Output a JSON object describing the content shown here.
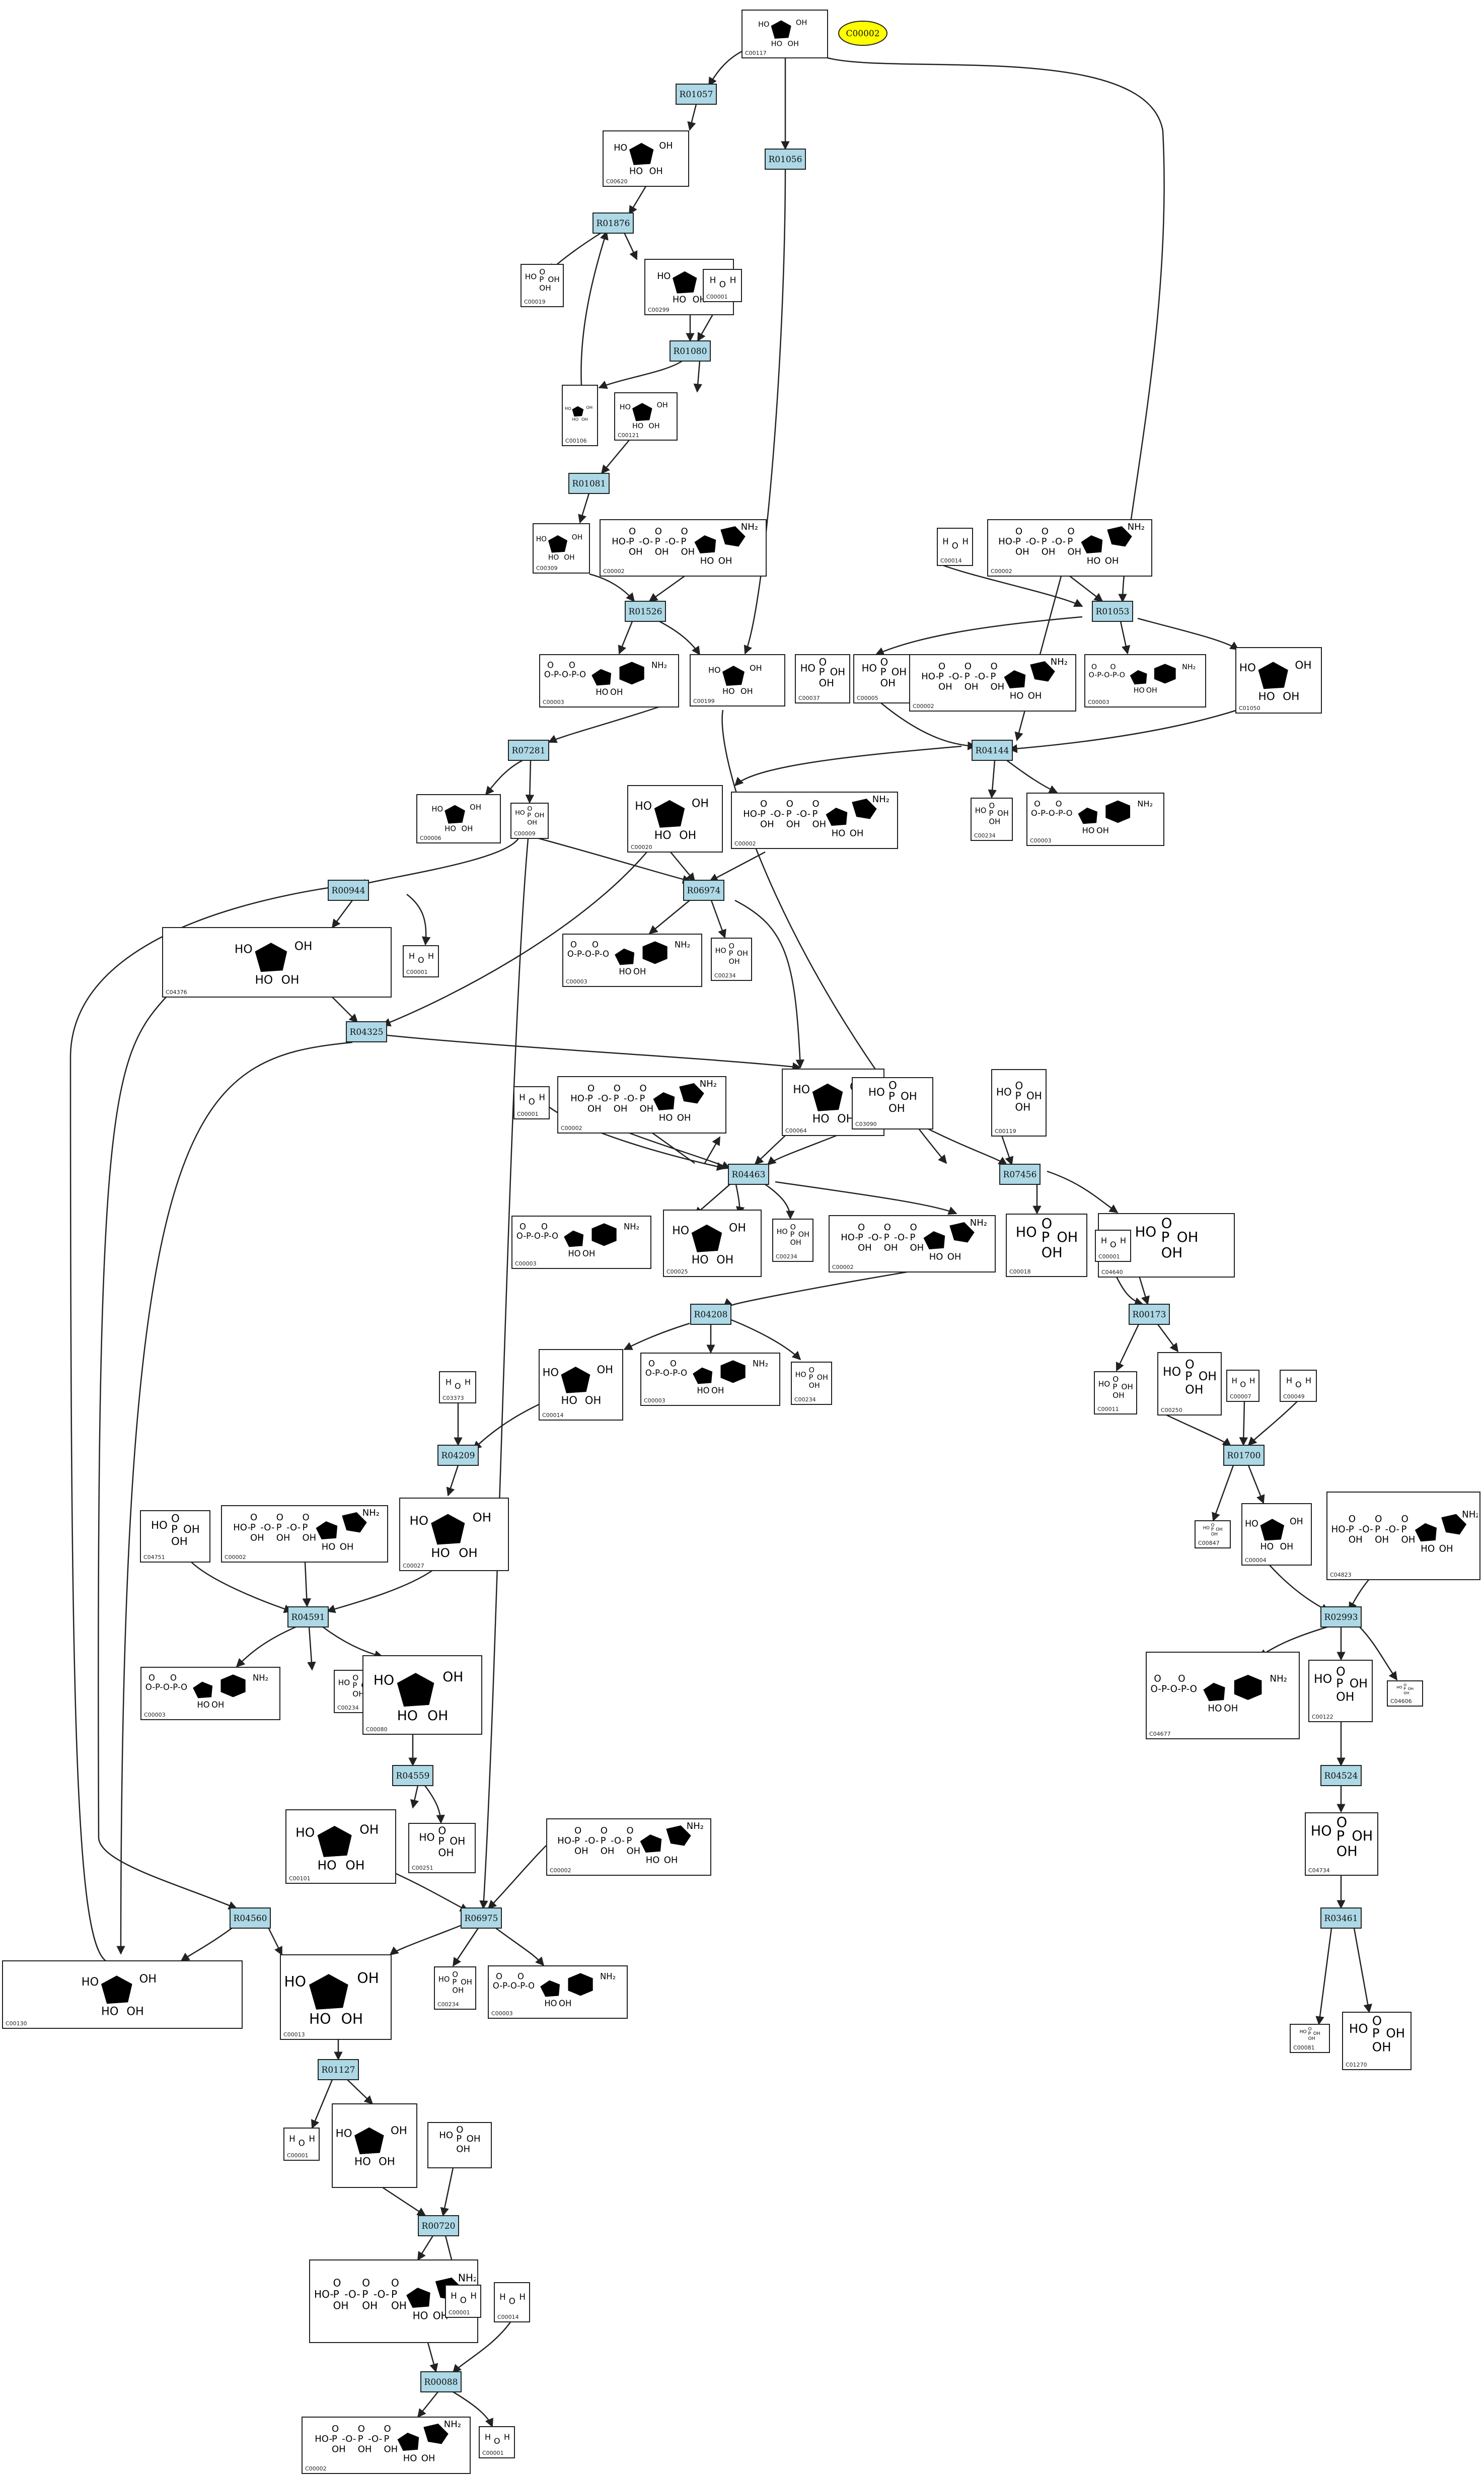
{
  "root_compound": "C00002",
  "reactions": [
    "R01057",
    "R01056",
    "R01876",
    "R01080",
    "R01081",
    "R01526",
    "R01053",
    "R07281",
    "R04144",
    "R00944",
    "R06974",
    "R04325",
    "R04463",
    "R07456",
    "R04208",
    "R00173",
    "R04209",
    "R01700",
    "R04591",
    "R02993",
    "R04559",
    "R04524",
    "R04560",
    "R06975",
    "R03461",
    "R01127",
    "R00720",
    "R00088"
  ],
  "compounds": [
    "C00117",
    "C00620",
    "C00019",
    "C00299",
    "C00001",
    "C00106",
    "C00121",
    "C00309",
    "C00002",
    "C00014",
    "C00003",
    "C00199",
    "C00037",
    "C00005",
    "C01050",
    "C00006",
    "C00009",
    "C00020",
    "C00234",
    "C04376",
    "C00064",
    "C03090",
    "C00119",
    "C00025",
    "C00018",
    "C04640",
    "C00014",
    "C03373",
    "C00011",
    "C00250",
    "C00007",
    "C00049",
    "C04751",
    "C00027",
    "C00847",
    "C00004",
    "C04823",
    "C00080",
    "C04677",
    "C00122",
    "C04606",
    "C00101",
    "C00251",
    "C04734",
    "C00130",
    "C00013",
    "C00081",
    "C01270"
  ]
}
